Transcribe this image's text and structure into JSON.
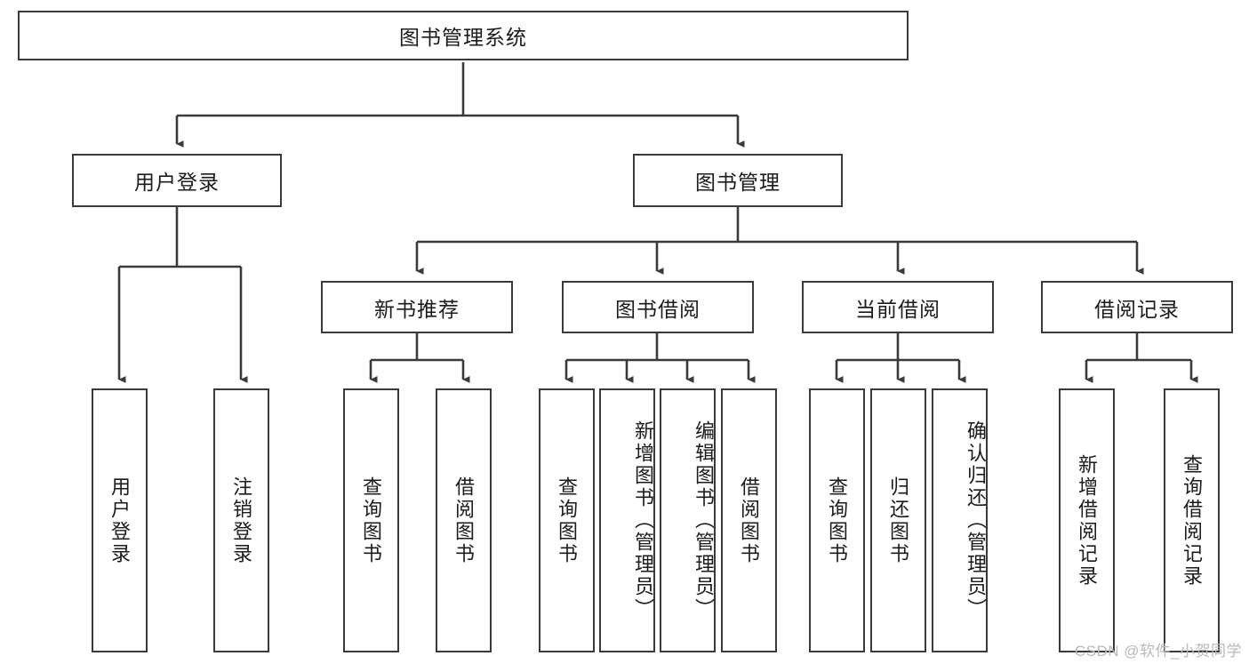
{
  "diagram": {
    "title": "图书管理系统",
    "root": {
      "label": "图书管理系统"
    },
    "level1": [
      {
        "label": "用户登录"
      },
      {
        "label": "图书管理"
      }
    ],
    "level2": [
      {
        "label": "新书推荐"
      },
      {
        "label": "图书借阅"
      },
      {
        "label": "当前借阅"
      },
      {
        "label": "借阅记录"
      }
    ],
    "leaves": {
      "user_login": [
        {
          "label": "用户登录"
        },
        {
          "label": "注销登录"
        }
      ],
      "new_book": [
        {
          "label": "查询图书"
        },
        {
          "label": "借阅图书"
        }
      ],
      "borrow": [
        {
          "label": "查询图书"
        },
        {
          "label": "新增图书（管理员）"
        },
        {
          "label": "编辑图书（管理员）"
        },
        {
          "label": "借阅图书"
        }
      ],
      "current": [
        {
          "label": "查询图书"
        },
        {
          "label": "归还图书"
        },
        {
          "label": "确认归还（管理员）"
        }
      ],
      "records": [
        {
          "label": "新增借阅记录"
        },
        {
          "label": "查询借阅记录"
        }
      ]
    }
  },
  "watermark": {
    "text": "CSDN @软件_小贺同学"
  },
  "colors": {
    "border": "#3a3a3a",
    "text": "#1b1b1b",
    "background": "#ffffff",
    "watermark": "#b9b9b9"
  }
}
